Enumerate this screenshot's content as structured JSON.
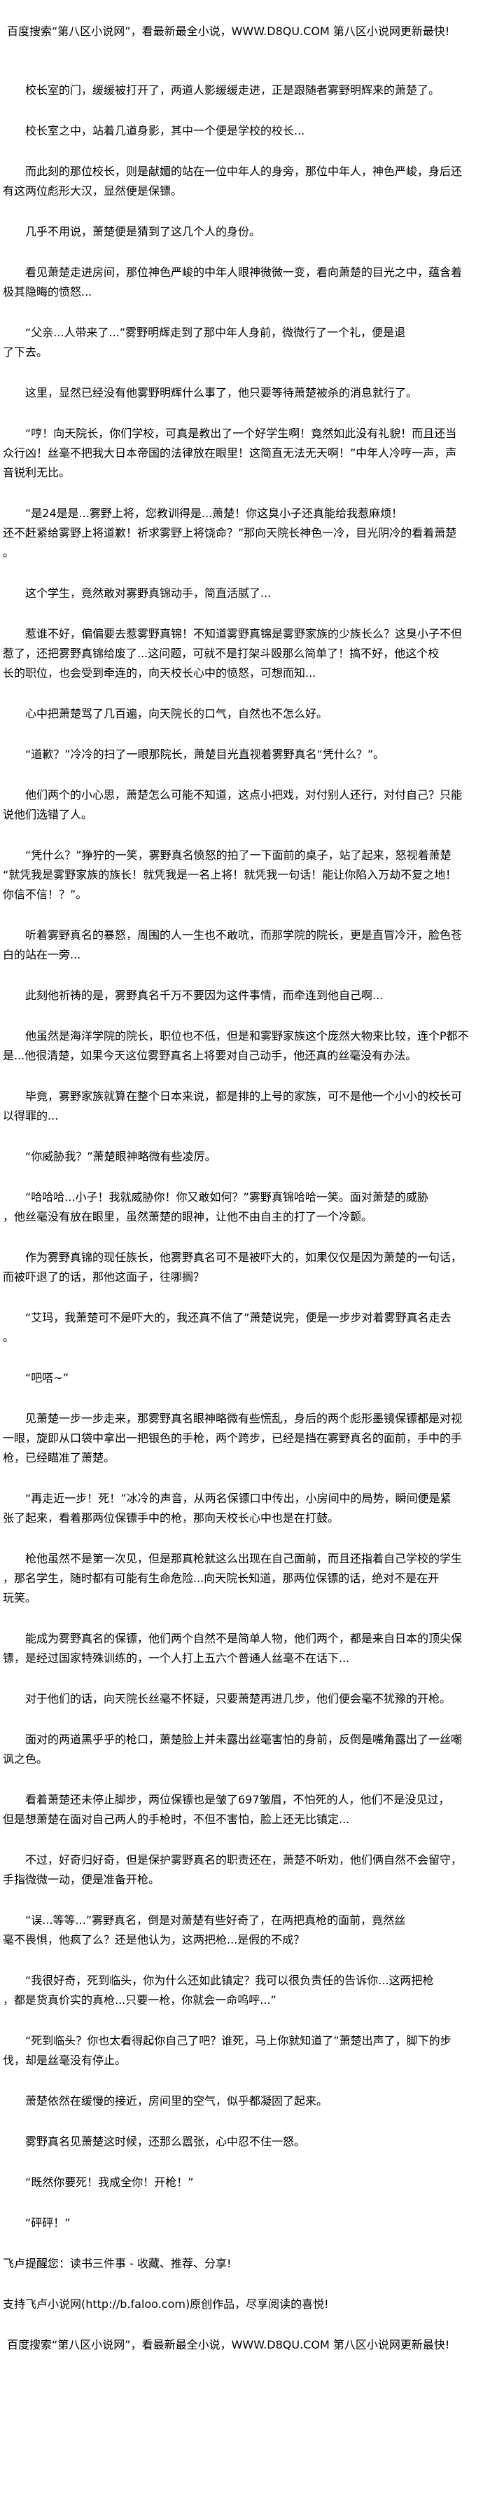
{
  "banner": "百度搜索“第八区小说网”，看最新最全小说，WWW.D8QU.COM  第八区小说网更新最快!",
  "paragraphs": [
    [
      "校长室的门，缓缓被打开了，两道人影缓缓走进，正是跟随者雾野明辉来的萧楚了。"
    ],
    [
      "校长室之中，站着几道身影，其中一个便是学校的校长..."
    ],
    [
      "而此刻的那位校长，则是献媚的站在一位中年人的身旁，那位中年人，神色严峻，身后还",
      "有这两位彪形大汉，显然便是保镖。"
    ],
    [
      "几乎不用说，萧楚便是猜到了这几个人的身份。"
    ],
    [
      "看见萧楚走进房间，那位神色严峻的中年人眼神微微一变，看向萧楚的目光之中，蕴含着",
      "极其隐晦的愤怒..."
    ],
    [
      "“父亲...人带来了...”雾野明辉走到了那中年人身前，微微行了一个礼，便是退",
      "了下去。"
    ],
    [
      "这里，显然已经没有他雾野明辉什么事了，他只要等待萧楚被杀的消息就行了。"
    ],
    [
      "“哼！向天院长，你们学校，可真是教出了一个好学生啊！竟然如此没有礼貌！而且还当",
      "众行凶！丝毫不把我大日本帝国的法律放在眼里！这简直无法无天啊！”中年人冷哼一声，声",
      "音锐利无比。"
    ],
    [
      "“是24是是...雾野上将，您教训得是...萧楚！你这臭小子还真能给我惹麻烦！",
      "还不赶紧给雾野上将道歉！祈求雾野上将饶命？”那向天院长神色一冷，目光阴冷的看着萧楚",
      "。"
    ],
    [
      "这个学生，竟然敢对雾野真锦动手，简直活腻了..."
    ],
    [
      "惹谁不好，偏偏要去惹雾野真锦！不知道雾野真锦是雾野家族的少族长么？这臭小子不但",
      "惹了，还把雾野真锦给废了...这问题，可就不是打架斗殴那么简单了！搞不好，他这个校",
      "长的职位，也会受到牵连的，向天校长心中的愤怒，可想而知..."
    ],
    [
      "心中把萧楚骂了几百遍，向天院长的口气，自然也不怎么好。"
    ],
    [
      "“道歉？”冷冷的扫了一眼那院长，萧楚目光直视着雾野真名“凭什么？”。"
    ],
    [
      "他们两个的小心思，萧楚怎么可能不知道，这点小把戏，对付别人还行，对付自己？只能",
      "说他们选错了人。"
    ],
    [
      "“凭什么？”狰狞的一笑，雾野真名愤怒的拍了一下面前的桌子，站了起来，怒视着萧楚",
      "“就凭我是雾野家族的族长！就凭我是一名上将！就凭我一句话！能让你陷入万劫不复之地！",
      "你信不信！？”。"
    ],
    [
      "听着雾野真名的暴怒，周围的人一生也不敢吭，而那学院的院长，更是直冒冷汗，脸色苍",
      "白的站在一旁..."
    ],
    [
      "此刻他祈祷的是，雾野真名千万不要因为这件事情，而牵连到他自己啊..."
    ],
    [
      "他虽然是海洋学院的院长，职位也不低，但是和雾野家族这个庞然大物来比较，连个P都不",
      "是...他很清楚，如果今天这位雾野真名上将要对自己动手，他还真的丝毫没有办法。"
    ],
    [
      "毕竟，雾野家族就算在整个日本来说，都是排的上号的家族，可不是他一个小小的校长可",
      "以得罪的..."
    ],
    [
      "“你威胁我？”萧楚眼神略微有些凌厉。"
    ],
    [
      "“哈哈哈...小子！我就威胁你！你又敢如何？”雾野真锦哈哈一笑。面对萧楚的威胁",
      "，他丝毫没有放在眼里，虽然萧楚的眼神，让他不由自主的打了一个冷颤。"
    ],
    [
      "作为雾野真锦的现任族长，他雾野真名可不是被吓大的，如果仅仅是因为萧楚的一句话，",
      "而被吓退了的话，那他这面子，往哪搁？"
    ],
    [
      "“艾玛，我萧楚可不是吓大的，我还真不信了”萧楚说完，便是一步步对着雾野真名走去",
      "。"
    ],
    [
      "“吧嗒~”"
    ],
    [
      "见萧楚一步一步走来，那雾野真名眼神略微有些慌乱，身后的两个彪形墨镜保镖都是对视",
      "一眼，旋即从口袋中拿出一把银色的手枪，两个跨步，已经是挡在雾野真名的面前，手中的手",
      "枪，已经瞄准了萧楚。"
    ],
    [
      "“再走近一步！死！”冰冷的声音，从两名保镖口中传出，小房间中的局势，瞬间便是紧",
      "张了起来，看着那两位保镖手中的枪，那向天校长心中也是在打鼓。"
    ],
    [
      "枪他虽然不是第一次见，但是那真枪就这么出现在自己面前，而且还指着自己学校的学生",
      "，那名学生，随时都有可能有生命危险...向天院长知道，那两位保镖的话，绝对不是在开",
      "玩笑。"
    ],
    [
      "能成为雾野真名的保镖，他们两个自然不是简单人物，他们两个，都是来自日本的顶尖保",
      "镖，是经过国家特殊训练的，一个人打上五六个普通人丝毫不在话下..."
    ],
    [
      "对于他们的话，向天院长丝毫不怀疑，只要萧楚再进几步，他们便会毫不犹豫的开枪。"
    ],
    [
      "面对的两道黑乎乎的枪口，萧楚脸上并未露出丝毫害怕的身前，反倒是嘴角露出了一丝嘲",
      "讽之色。"
    ],
    [
      "看着萧楚还未停止脚步，两位保镖也是皱了697皱眉，不怕死的人，他们不是没见过，",
      "但是想萧楚在面对自己两人的手枪时，不但不害怕，脸上还无比镇定..."
    ],
    [
      "不过，好奇归好奇，但是保护雾野真名的职责还在，萧楚不听劝，他们俩自然不会留守，",
      "手指微微一动，便是准备开枪。"
    ],
    [
      "“误...等等...”雾野真名，倒是对萧楚有些好奇了，在两把真枪的面前，竟然丝",
      "毫不畏惧，他疯了么？还是他认为，这两把枪...是假的不成？"
    ],
    [
      "“我很好奇，死到临头，你为什么还如此镇定？我可以很负责任的告诉你...这两把枪",
      "，都是货真价实的真枪...只要一枪，你就会一命呜呼...”"
    ],
    [
      "“死到临头？你也太看得起你自己了吧？谁死，马上你就知道了”萧楚出声了，脚下的步",
      "伐，却是丝毫没有停止。"
    ],
    [
      "萧楚依然在缓慢的接近，房间里的空气，似乎都凝固了起来。"
    ],
    [
      "雾野真名见萧楚这时候，还那么嚣张，心中忍不住一怒。"
    ],
    [
      "“既然你要死！我成全你！开枪！”"
    ],
    [
      "“砰砰！”"
    ]
  ],
  "footer": {
    "reminder": "飞卢提醒您：读书三件事 - 收藏、推荐、分享!",
    "support": "支持飞卢小说网(http://b.faloo.com)原创作品，尽享阅读的喜悦!"
  }
}
